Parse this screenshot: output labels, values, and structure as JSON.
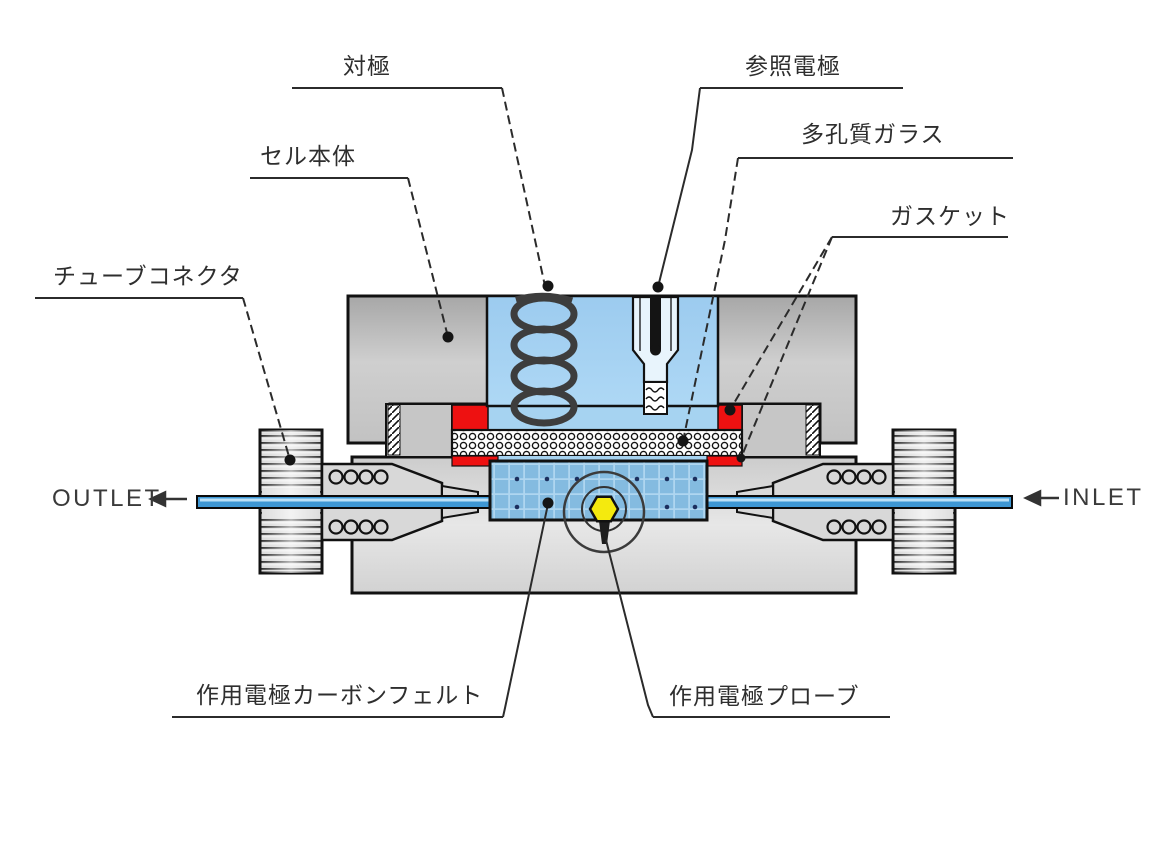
{
  "figure": {
    "kind": "cross-section technical diagram of an electrochemical flow cell"
  },
  "labels": {
    "counter_electrode": "対極",
    "cell_body": "セル本体",
    "reference_electrode": "参照電極",
    "porous_glass": "多孔質ガラス",
    "gasket": "ガスケット",
    "tube_connector": "チューブコネクタ",
    "working_electrode_carbon_felt": "作用電極カーボンフェルト",
    "working_electrode_probe": "作用電極プローブ",
    "outlet": "OUTLET",
    "inlet": "INLET"
  },
  "arrows": {
    "outlet_glyph": "←",
    "outlet_direction": "left",
    "inlet_glyph": "←",
    "inlet_direction": "left"
  },
  "colors": {
    "solution_blue": "#A6D3F1",
    "felt_blue": "#84BBE0",
    "tube_blue": "#3E97D4",
    "gasket_red": "#EE1111",
    "probe_yellow": "#F4EA0E",
    "body_gray_dark": "#A9A9A9",
    "body_gray_light": "#E6E6E6",
    "outline_black": "#111111"
  }
}
